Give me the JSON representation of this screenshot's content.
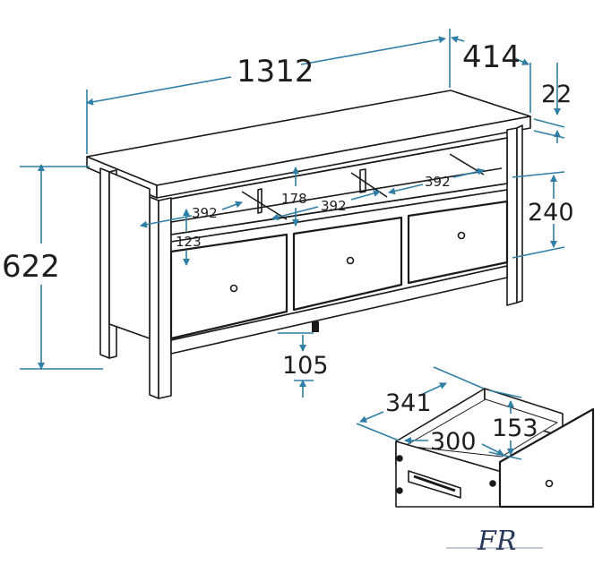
{
  "diagram": {
    "product": "tv-stand-with-three-drawers",
    "line_color": "#1a1a1a",
    "dimension_color": "#2f7ea6",
    "dimensions": {
      "width": "1312",
      "depth": "414",
      "top_thickness": "22",
      "height": "622",
      "niche_height": "240",
      "niche_width_left": "392",
      "niche_width_center": "392",
      "niche_width_right": "392",
      "upper_shelf_gap": "178",
      "drawer_front_height": "123",
      "leg_clearance": "105"
    },
    "drawer_detail": {
      "depth": "341",
      "inner_width": "300",
      "inner_height": "153"
    }
  },
  "logo": {
    "text": "FR"
  }
}
